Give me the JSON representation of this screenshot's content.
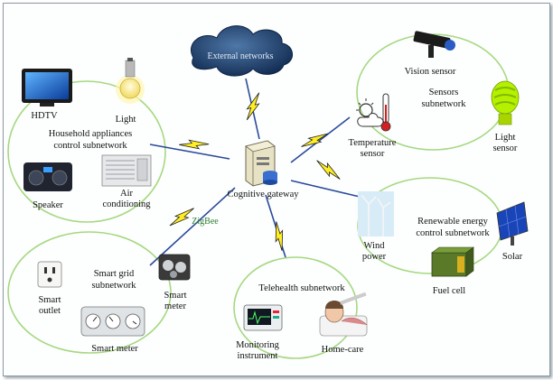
{
  "hub": {
    "label": "Cognitive gateway"
  },
  "cloud": {
    "label": "External networks"
  },
  "zigbee": {
    "label": "ZigBee"
  },
  "household": {
    "title": [
      "Household appliances",
      "control subnetwork"
    ],
    "hdtv": "HDTV",
    "light": "Light",
    "speaker": "Speaker",
    "air": [
      "Air",
      "conditioning"
    ]
  },
  "sensors": {
    "title": [
      "Sensors",
      "subnetwork"
    ],
    "vision": "Vision sensor",
    "temperature": [
      "Temperature",
      "sensor"
    ],
    "light": [
      "Light",
      "sensor"
    ]
  },
  "renewable": {
    "title": [
      "Renewable energy",
      "control subnetwork"
    ],
    "wind": [
      "Wind",
      "power"
    ],
    "solar": "Solar",
    "fuel": "Fuel cell"
  },
  "telehealth": {
    "title": "Telehealth subnetwork",
    "monitoring": [
      "Monitoring",
      "instrument"
    ],
    "homecare": "Home-care"
  },
  "smartgrid": {
    "title": [
      "Smart grid",
      "subnetwork"
    ],
    "outlet": [
      "Smart",
      "outlet"
    ],
    "meter_small": [
      "Smart",
      "meter"
    ],
    "meter": "Smart meter"
  },
  "colors": {
    "ring": "#a6d880",
    "bolt": "#ffee22",
    "bolt_stroke": "#222",
    "cloud": "#1c3f6e",
    "label_green": "#2e7d32"
  }
}
